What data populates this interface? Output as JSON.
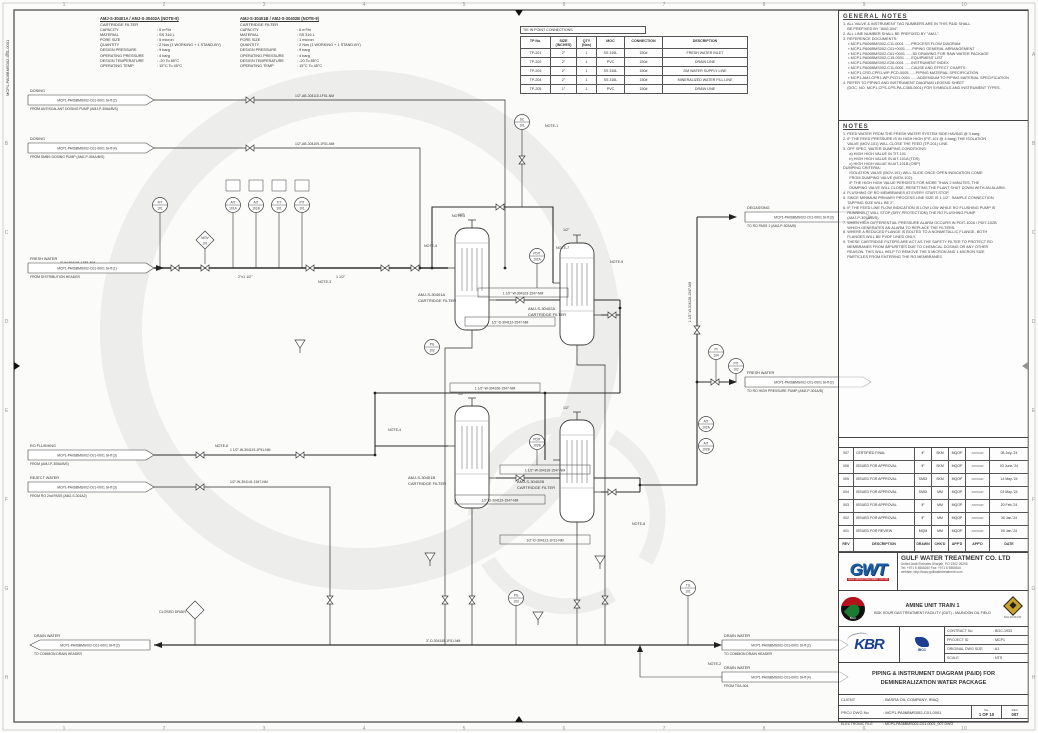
{
  "sheet": {
    "side_stamp": "MCP1-PA06BMS002-C01-0001",
    "grid_cols": [
      "1",
      "2",
      "3",
      "4",
      "5",
      "6",
      "7",
      "8",
      "9",
      "10"
    ],
    "grid_rows": [
      "A",
      "B",
      "C",
      "D",
      "E",
      "F",
      "G",
      "H"
    ]
  },
  "equipment": [
    {
      "tag": "AMJ-S-30401A / AMJ-S-30402A (NOTE-9)",
      "subtitle": "CARTRIDGE FILTER",
      "specs": [
        [
          "CAPACITY",
          ": 6 m³/hr"
        ],
        [
          "MATERIAL",
          ": SS 316 L"
        ],
        [
          "PORE SIZE",
          ": 5 micron"
        ],
        [
          "QUANTITY",
          ": 2 Nos (1 WORKING + 1 STAND-BY)"
        ],
        [
          "DESIGN PRESSURE",
          ": 9 barg"
        ],
        [
          "OPERATING PRESSURE",
          ": 4 barg"
        ],
        [
          "DESIGN TEMPERATURE",
          ": -20 To 85°C"
        ],
        [
          "OPERATING TEMP",
          ": 15°C To 45°C"
        ]
      ]
    },
    {
      "tag": "AMJ-S-30401B / AMJ-S-30402B (NOTE-9)",
      "subtitle": "CARTRIDGE FILTER",
      "specs": [
        [
          "CAPACITY",
          ": 6 m³/hr"
        ],
        [
          "MATERIAL",
          ": SS 316 L"
        ],
        [
          "PORE SIZE",
          ": 1 micron"
        ],
        [
          "QUANTITY",
          ": 2 Nos (1 WORKING + 1 STAND-BY)"
        ],
        [
          "DESIGN PRESSURE",
          ": 9 barg"
        ],
        [
          "OPERATING PRESSURE",
          ": 4 barg"
        ],
        [
          "DESIGN TEMPERATURE",
          ": -20 To 85°C"
        ],
        [
          "OPERATING TEMP",
          ": 15°C To 45°C"
        ]
      ]
    }
  ],
  "tie_in": {
    "title": "TIE IN POINT CONNECTIONS",
    "headers": [
      "TP No.",
      "SIZE (INCHES)",
      "QTY (Nos)",
      "MOC",
      "CONNECTION",
      "DESCRIPTION"
    ],
    "rows": [
      [
        "TP-201",
        "2\"",
        "1",
        "SS 316L",
        "150#",
        "FRESH WATER INLET"
      ],
      [
        "TP-202",
        "2\"",
        "1",
        "PVC",
        "150#",
        "DRAIN LINE"
      ],
      [
        "TP-203",
        "2\"",
        "1",
        "SS 316L",
        "150#",
        "DM WATER SUPPLY LINE"
      ],
      [
        "TP-204",
        "2\"",
        "1",
        "SS 316L",
        "150#",
        "MINERALIZED WATER FILL LINE"
      ],
      [
        "TP-205",
        "1\"",
        "1",
        "PVC",
        "150#",
        "DRAIN LINE"
      ]
    ]
  },
  "general_notes": {
    "title": "GENERAL NOTES",
    "lines": [
      "1. ALL VALVE & INSTRUMENT TAG NUMBERS ARE IN THIS P&ID SHALL",
      "    BE PREFIXED BY \"AMJ-304\".",
      "2. ALL LINE NUMBER SHALL BE PREFIXED BY \"AMJ-\".",
      "3. REFERENCE DOCUMENTS:",
      "     ▪ MCP1-PA06BMS002-C11-0001 ......PROCESS FLOW DIAGRAM",
      "     ▪ MCP1-PA06BMS002-C01+0001 ......PIPING GENERAL ARRANGEMENT",
      "     ▪ MCP1-PA06BMS002-C61+0001 ......3D DRAWING FOR RAW WATER PACKAGE",
      "     ▪ MCP1-PA06BMS002-C15-0001 ......EQUIPMENT LIST",
      "     ▪ MCP1-PA06BMS002-E28-0001 ......INSTRUMENT INDEX",
      "     ▪ MCP1-PA06BMS002-C11-0001 ......CAUSE AND EFFECT CHARTS",
      "     ▪ MCP1-CRD-CPR1-WP-PCD-0005 ......PIPING MATERIAL SPECIFICATION",
      "     ▪ MCP1-AMJ-CPR1-WP-PCD1-0001 ......ADDENDUM TO PIPING MATERIAL SPECIFICATION",
      "4. REFER TO PIPING AND INSTRUMENT DIAGRAM LEGEND SHEET",
      "    (DOC. NO. MCP1-CPS-CPS-PA-C365-0001) FOR SYMBOLS AND INSTRUMENT TYPES."
    ]
  },
  "notes": {
    "title": "NOTES",
    "lines": [
      "1. FEED WATER FROM THE FRESH WATER SYSTEM SIDE HAVING @ 3 barg.",
      "2. IF THE FEED PRESSURE IS IN HIGH HIGH (PIT-101 @ 4 barg) THE ISOLATION",
      "    VALVE (MOV-101) WILL CLOSE THE FEED (TP-201) LINE.",
      "3. OFF SPEC. WATER DUMPING CONDITIONS:",
      "      a) HIGH HIGH VALUE IN TIT-101",
      "      b) HIGH HIGH VALUE IN AIT-101A (TDS)",
      "      c) HIGH HIGH VALUE IN AIT-101B (ORP)",
      "DUMPING CRITERIA:",
      "      ISOLATION VALVE (MOV-101) WILL SLIDE ONCE OPEN INDICATION COME",
      "      FROM DUMPING VALVE (MOV-102).",
      "      IF THE HIGH HIGH VALUE PERSISTS FOR MORE THAN 2 MINUTES, THE",
      "      DUMPING VALVE WILL CLOSE, RESETTING THE PLANT SHUT DOWN WITH AN ALARM.",
      "4. FLUSHING OF RO MEMBRANES AT EVERY START-STOP.",
      "5. SINCE MINIMUM PRIMARY PROCESS LINE SIZE IS 1-1/2\", SAMPLE CONNECTION",
      "    TAPPING SIZE WILL BE 2\".",
      "6. IF THE FEED LINE FLOW INDICATION IS LOW LOW WHILE RO FLUSHING PUMP IS",
      "    RUNNING IT WILL STOP (DRY PROTECTION) THE RO FLUSHING PUMP",
      "    (AMJ-P-305A/B/S).",
      "7. WHEN HIGH DIFFERENTIAL PRESSURE ALARM OCCURS IN PDIT-102A / PDIT-102B",
      "    WHICH GENERATES AN ALARM TO REPLACE THE FILTERS.",
      "8. WHERE A REDUCED FLANGE IS BOLTED TO A NONMETALLIC FLANGE, BOTH",
      "    FLANGES WILL BE PVDF LINED ONLY.",
      "9. THESE CARTRIDGE FILTERS ARE ACT AS THE SAFETY FILTER TO PROTECT RO",
      "    MEMBRANES FROM IMPURITIES DUE TO CHEMICAL DOSING OR ANY OTHER",
      "    REASON. THIS WILL HELP TO REMOVE THE 5 MICRON AND 1 MICRON SIZE",
      "    PARTICLES FROM ENTERING THE RO MEMBRANES."
    ]
  },
  "revision": {
    "headers": [
      "REV",
      "DESCRIPTION",
      "DRAWN",
      "CHK'D",
      "APP'D",
      "APP'D",
      "DATE"
    ],
    "rows": [
      [
        "007",
        "CERTIFIED FINAL",
        "IF",
        "SKM",
        "MQOP",
        "FROSIM",
        "08 July-'24"
      ],
      [
        "006",
        "ISSUED FOR APPROVAL",
        "IF",
        "SKM",
        "MQOP",
        "FROSIM",
        "03 June-'24"
      ],
      [
        "005",
        "ISSUED FOR APPROVAL",
        "SMDI",
        "SKM",
        "MQOP",
        "FROSIM",
        "14 May-'24"
      ],
      [
        "004",
        "ISSUED FOR APPROVAL",
        "SMDI",
        "MM",
        "MQOP",
        "FROSIM",
        "03 May-'24"
      ],
      [
        "003",
        "ISSUED FOR APPROVAL",
        "IF",
        "MM",
        "MQOP",
        "FROSIM",
        "20 Feb-'24"
      ],
      [
        "002",
        "ISSUED FOR APPROVAL",
        "IF",
        "MM",
        "MQOP",
        "FROSIM",
        "30 Jan-'24"
      ],
      [
        "001",
        "ISSUED FOR REVIEW",
        "MQM",
        "MM",
        "MQOP",
        "FROSIM",
        "09 Jan-'24"
      ]
    ]
  },
  "title_block": {
    "company": {
      "logo_text": "GWT",
      "logo_sub": "GULF WATER TREATMENT CO LTD",
      "name": "GULF WATER TREATMENT CO. LTD",
      "addr1": "United Arab Emirates Sharjah, P.O 1502 26206",
      "addr2": "Tel: +971 6 5565260   Fax: +971 6 5565616",
      "addr3": "website: http://www.gulfwatertreatment.com"
    },
    "banner": {
      "line1": "AMINE UNIT TRAIN 1",
      "line2": "BGK SOUR GAS TREATMENT FACILITY (GUT) - MAJNOON OIL FIELD",
      "bgc_logo": "BGC",
      "majnoon_logo": "MAJNOON"
    },
    "fields": [
      [
        "CONTRACT No",
        ":  BGC-1933"
      ],
      [
        "PROJECT ID",
        ":  MCP1"
      ],
      [
        "ORIGINAL DWG SIZE",
        ":  A1"
      ],
      [
        "SCALE",
        ":  NTS"
      ]
    ],
    "logos": {
      "kbr": "KBR",
      "ibcc": "IBCC"
    },
    "title": "PIPING & INSTRUMENT DIAGRAM (P&ID) FOR",
    "title2": "DEMINERALIZATION WATER PACKAGE",
    "client_label": "CLIENT",
    "client": ":  BASRA OIL COMPANY, IRAQ",
    "proj_label": "PROJ DWG No",
    "proj": ":  MCP1-PA06BMS002-C01-0001",
    "sh_label": "SH.",
    "sh": "1 OF 10",
    "rev_label": "REV.",
    "rev": "007",
    "file_label": "ELECTRONIC FILE",
    "file": ":  MCP1-PA06BMS002-C01-0001_007.DWG"
  },
  "diagram": {
    "vessels": [
      {
        "tag": "AMJ-S-30401A",
        "name": "CARTRIDGE FILTER"
      },
      {
        "tag": "AMJ-S-30402A",
        "name": "CARTRIDGE FILTER"
      },
      {
        "tag": "AMJ-S-30401B",
        "name": "CARTRIDGE FILTER"
      },
      {
        "tag": "AMJ-S-30402B",
        "name": "CARTRIDGE FILTER"
      }
    ],
    "flags": [
      {
        "above": "DOSING",
        "doc": "MCP1-PA06BMS002-C01-0001  SHT(2)",
        "below": "FROM ANTISCALANT DOSING PUMP (AMJ-P-306A/B/S)"
      },
      {
        "above": "DOSING",
        "doc": "MCP1-PA06BMS002-C01-0001  SHT(4)",
        "below": "FROM SMBS DOSING PUMP (AMJ-P-304A/B/S)"
      },
      {
        "above": "FRESH WATER",
        "doc": "MCP1-PA06BMS002-C01-0001  SHT(1)",
        "below": "FROM DISTRIBUTION HEADER"
      },
      {
        "above": "RO FLUSHING",
        "doc": "MCP1-PA06BMS002-C01-0001  SHT(3)",
        "below": "FROM (AMJ-P-305A/B/S)"
      },
      {
        "above": "REJECT WATER",
        "doc": "MCP1-PA06BMS002-C01-0001  SHT(3)",
        "below": "FROM RO 2nd PASS (AMJ-S-301A2)"
      },
      {
        "above": "DRAIN WATER",
        "doc": "MCP1-PA06BMS002-C01-0001  SHT(2)",
        "below": "TO COMMON DRAIN HEADER"
      },
      {
        "above": "DEGASSING",
        "doc": "MCP1-PA06BMS002-C01-0001  SHT(3)",
        "below": "TO RO PASS 1 (AMJ-P-302A/B)"
      },
      {
        "above": "FRESH WATER",
        "doc": "MCP1-PA06BMS002-C01-0001  SHT(2)",
        "below": "TO RO HIGH PRESSURE PUMP (AMJ-P-301A/B)"
      },
      {
        "above": "DRAIN WATER",
        "doc": "MCP1-PA06BMS002-C01-0001  SHT(2)",
        "below": "TO COMMON DRAIN HEADER"
      },
      {
        "above": "DRAIN WATER",
        "doc": "MCP1-PA06BMS002-C01-0001  SHT(4)",
        "below": "FROM TSA-304"
      }
    ],
    "line_labels": [
      "1/2\"-AB-304110-1F51-NM",
      "1/2\"-AB-304109-1F51-NM",
      "2\"-W-304101-1F51-NM",
      "1 1/2\"-W-304103-1547-NM",
      "1/2\"-D-304112-1547-NM",
      "1 1/2\"-W-304118-1547-NM",
      "1/2\"-D-304119-1547-NM",
      "1/2\"-D-304121-1F31-NM",
      "3\"-D-304145-1F51-NM",
      "1 1/2\"-W-304128-1547-NM",
      "1 1/2\"-W-304119-1F51-NM",
      "1/2\"-W-304141-1547-NM",
      "1 1/2\"-W-304106-1547-NM"
    ],
    "instruments": [
      {
        "f": "FIT",
        "n": "101"
      },
      {
        "f": "AIT",
        "n": "101A"
      },
      {
        "f": "AIT",
        "n": "101B"
      },
      {
        "f": "TIT",
        "n": "101"
      },
      {
        "f": "PIT",
        "n": "101"
      },
      {
        "f": "MOV",
        "n": "101"
      },
      {
        "f": "PDIT",
        "n": "102A"
      },
      {
        "f": "PDIT",
        "n": "102B"
      },
      {
        "f": "PIT",
        "n": "102"
      },
      {
        "f": "AIT",
        "n": "102A"
      },
      {
        "f": "AIT",
        "n": "102B"
      },
      {
        "f": "PG",
        "n": "102"
      },
      {
        "f": "PG",
        "n": "103"
      },
      {
        "f": "TG",
        "n": "101"
      },
      {
        "f": "PI",
        "n": "104"
      },
      {
        "f": "SC",
        "n": "101"
      }
    ],
    "notes_refs": [
      "NOTE-1",
      "NOTE-3",
      "NOTE-5",
      "NOTE-9",
      "NOTE-9",
      "NOTE-4",
      "NOTE-7",
      "NOTE-8",
      "NOTE-2",
      "NOTE-6"
    ],
    "misc": {
      "closed_drain": "CLOSED DRAIN",
      "half_inch": "1/2\"",
      "red1": "2\"x1 1/2\"",
      "red2": "1 1/2\""
    }
  }
}
